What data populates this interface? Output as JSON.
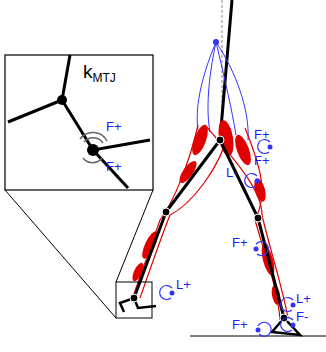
{
  "diagram": {
    "nodes": [
      {
        "text": [
          "k",
          "MTJ"
        ]
      }
    ],
    "labels": [
      "F+",
      "F+",
      "F+",
      "L-",
      "F+",
      "F+",
      "L+",
      "L+",
      "F+",
      "F-"
    ]
  }
}
